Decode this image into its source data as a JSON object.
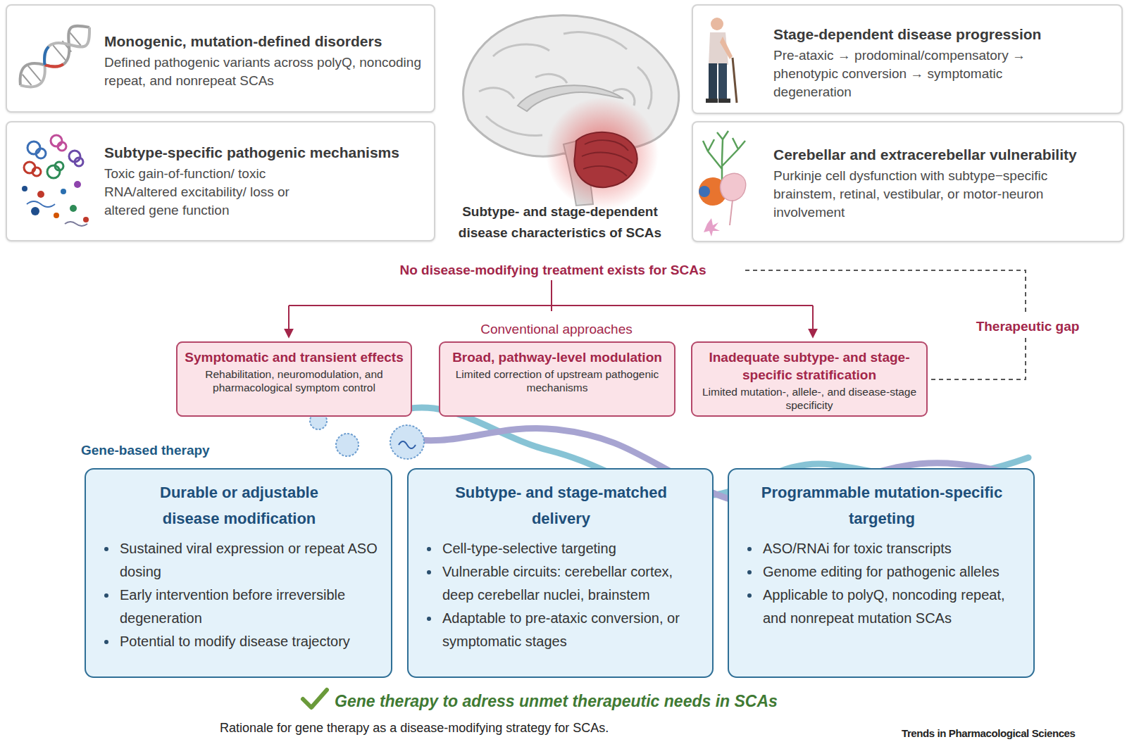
{
  "diagram": {
    "caption": "Rationale for gene therapy as a disease-modifying strategy for SCAs.",
    "nodes": [
      {
        "text": [
          "Monogenic, mutation-defined disorders",
          "Defined pathogenic variants across polyQ, noncoding repeat, and nonrepeat SCAs"
        ]
      },
      {
        "text": [
          "Stage-dependent disease progression",
          "Pre-ataxic → prodominal/compensatory → phenotypic conversion → symptomatic degeneration"
        ]
      },
      {
        "text": [
          "Subtype-specific pathogenic mechanisms",
          "Toxic gain-of-function/ toxic RNA/altered excitability/ loss or altered gene function"
        ]
      },
      {
        "text": [
          "Cerebellar and extracerebellar vulnerability",
          "Purkinje cell dysfunction with subtype−specific brainstem, retinal, vestibular, or motor-neuron involvement"
        ]
      },
      {
        "text": [
          "Symptomatic and transient effects",
          "Rehabilitation, neuromodulation, and pharmacological symptom control"
        ]
      },
      {
        "text": [
          "Broad, pathway-level modulation",
          "Limited correction of upstream pathogenic mechanisms"
        ]
      },
      {
        "text": [
          "Inadequate subtype- and stage-specific stratification",
          "Limited mutation-, allele-, and disease-stage specificity"
        ]
      },
      {
        "text": [
          "Durable or adjustable disease modification",
          "Sustained viral expression or repeat ASO dosing",
          "Early intervention before irreversible degeneration",
          "Potential to modify disease trajectory"
        ]
      },
      {
        "text": [
          "Subtype- and stage-matched delivery",
          "Cell-type-selective targeting",
          "Vulnerable circuits: cerebellar cortex, deep cerebellar nuclei, brainstem",
          "Adaptable to pre-ataxic conversion, or symptomatic stages"
        ]
      },
      {
        "text": [
          "Programmable mutation-specific targeting",
          "ASO/RNAi for toxic transcripts",
          "Genome editing for pathogenic alleles",
          "Applicable to polyQ, noncoding repeat, and nonrepeat mutation SCAs"
        ]
      }
    ],
    "labels": [
      "Subtype- and stage-dependent disease characteristics of SCAs",
      "No disease-modifying treatment exists for SCAs",
      "Conventional approaches",
      "Therapeutic gap",
      "Gene-based therapy",
      "Gene therapy to adress unmet therapeutic needs in SCAs",
      "Trends in Pharmacological Sciences"
    ]
  }
}
